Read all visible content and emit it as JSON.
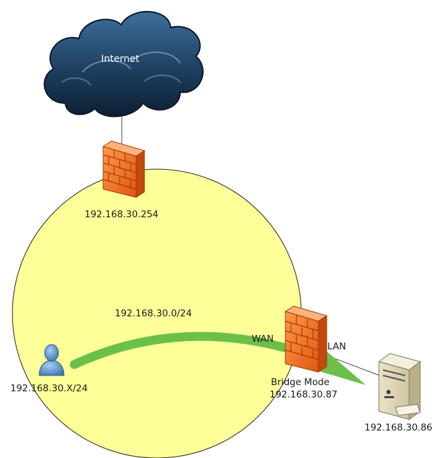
{
  "cloud": {
    "label": "Internet"
  },
  "gateway_firewall": {
    "ip": "192.168.30.254"
  },
  "network": {
    "subnet": "192.168.30.0/24"
  },
  "client": {
    "ip": "192.168.30.X/24"
  },
  "bridge_firewall": {
    "wan_label": "WAN",
    "lan_label": "LAN",
    "mode": "Bridge Mode",
    "ip": "192.168.30.87"
  },
  "server": {
    "ip": "192.168.30.86"
  },
  "colors": {
    "network_fill": "#ffff99",
    "traffic_arrow": "#6cc04a",
    "firewall": "#f26b1d",
    "cloud": "#1a3b5c"
  },
  "icons": {
    "cloud": "cloud-icon",
    "firewall": "firewall-icon",
    "user": "user-icon",
    "server": "server-icon"
  }
}
